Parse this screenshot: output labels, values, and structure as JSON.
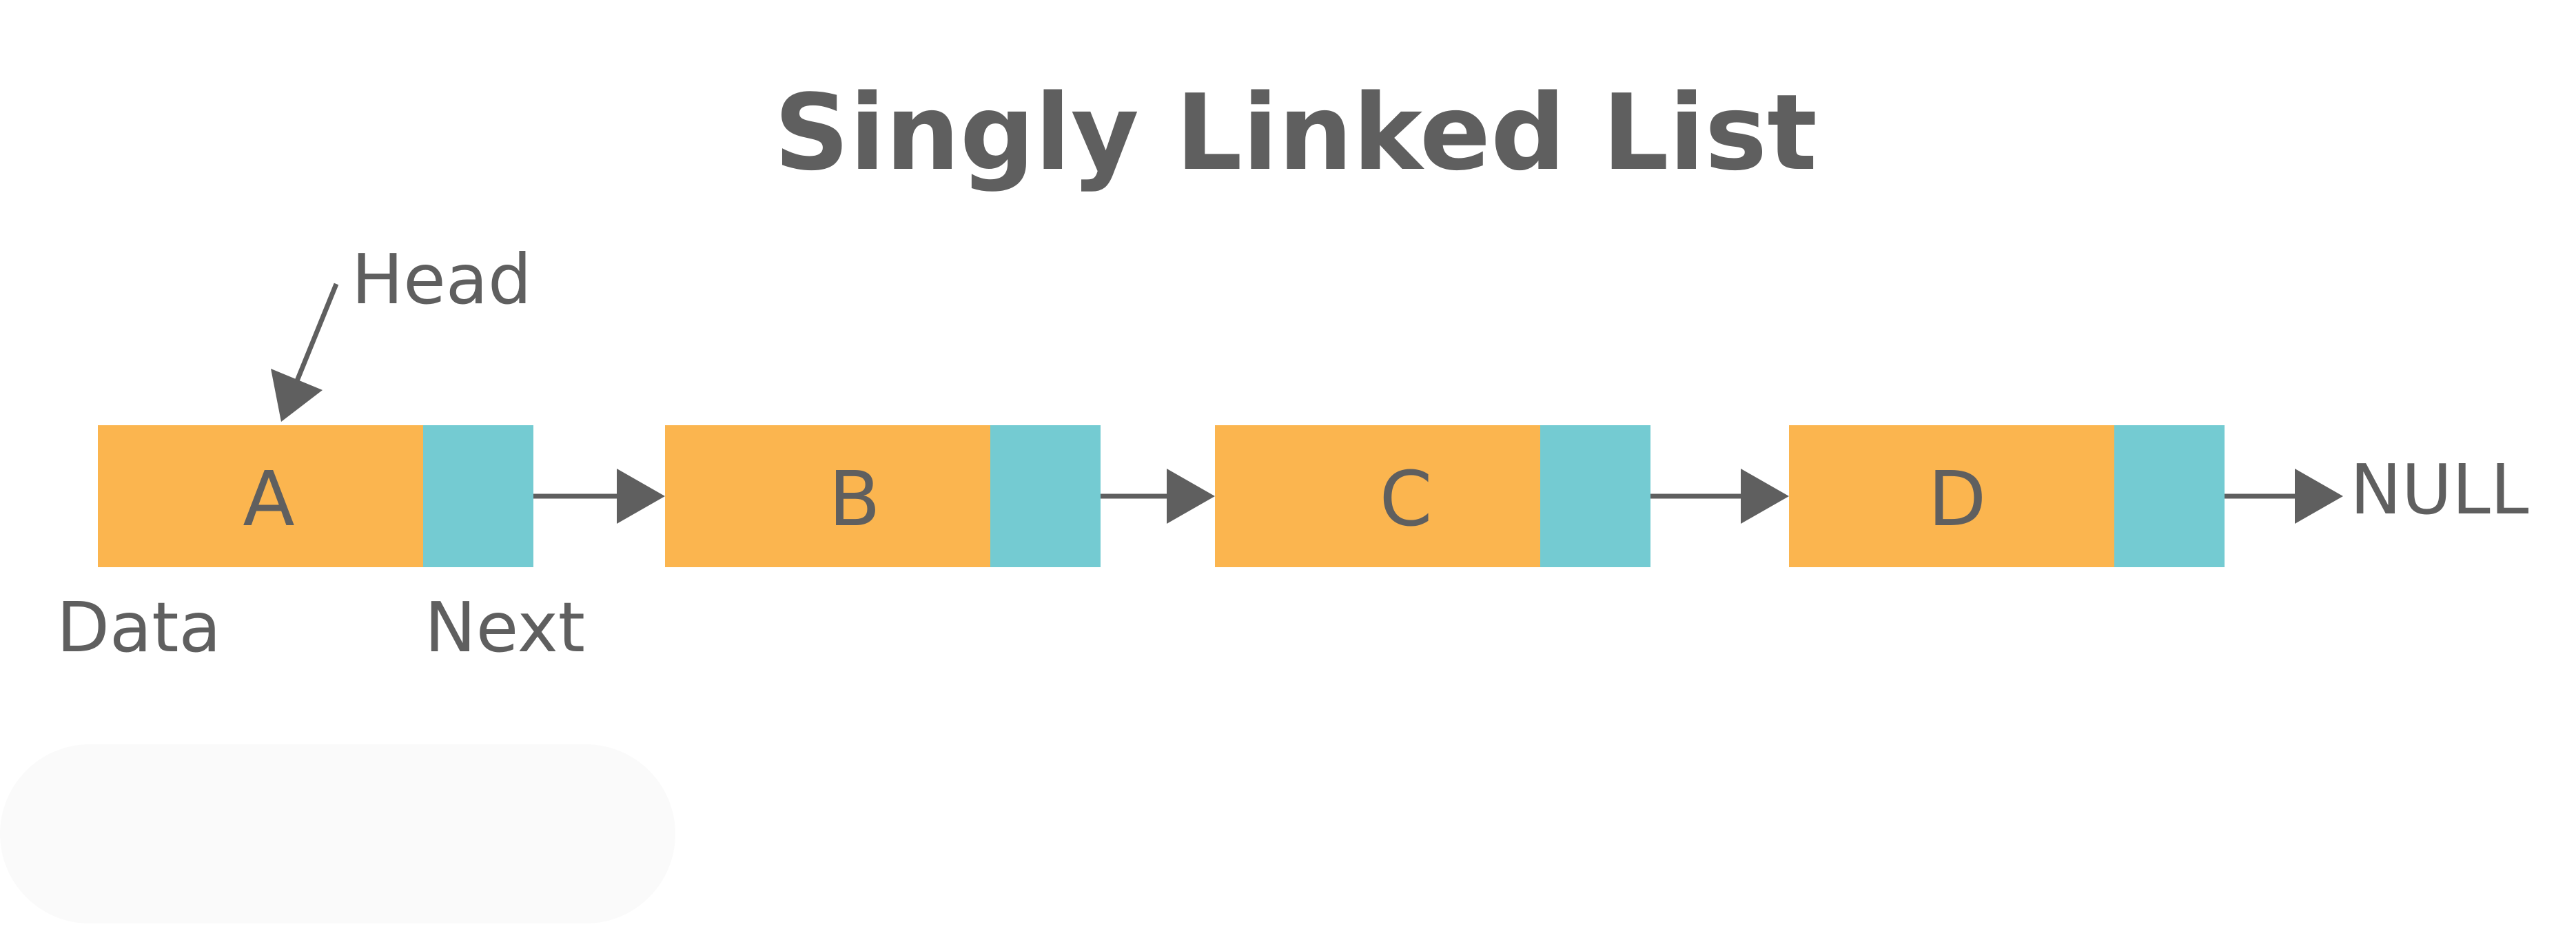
{
  "title": "Singly Linked List",
  "head_label": "Head",
  "data_label": "Data",
  "next_label": "Next",
  "null_label": "NULL",
  "nodes": [
    {
      "data": "A"
    },
    {
      "data": "B"
    },
    {
      "data": "C"
    },
    {
      "data": "D"
    }
  ],
  "colors": {
    "data_cell": "#fbb54f",
    "next_cell": "#74cbd2",
    "text": "#5f5f5f",
    "background": "#ffffff"
  }
}
